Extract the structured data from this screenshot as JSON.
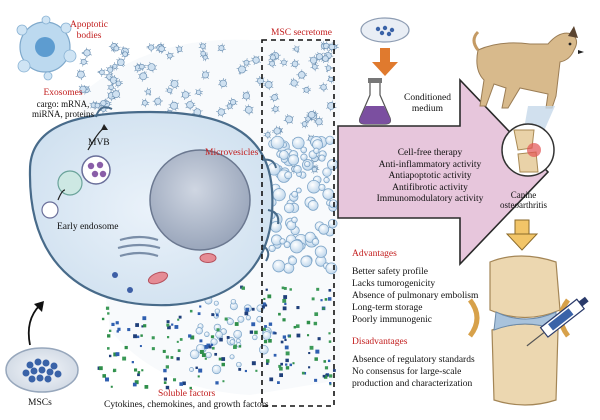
{
  "labels": {
    "apoptotic_bodies": [
      "Apoptotic",
      "bodies"
    ],
    "msc_secretome": "MSC secretome",
    "exosomes_title": "Exosomes",
    "exosomes_cargo": [
      "cargo: mRNA,",
      "miRNA, proteins"
    ],
    "mvb": "MVB",
    "early_endosome": "Early endosome",
    "microvesicles": "Microvesicles",
    "conditioned_medium": [
      "Conditioned",
      "medium"
    ],
    "mscs": "MSCs",
    "soluble_factors_title": "Soluble factors",
    "soluble_factors_desc": "Cytokines, chemokines, and growth factors",
    "canine_oa": [
      "Canine",
      "osteoarthritis"
    ]
  },
  "therapy": {
    "lines": [
      "Cell-free therapy",
      "Anti-inflammatory activity",
      "Antiapoptotic activity",
      "Antifibrotic activity",
      "Immunomodulatory activity"
    ]
  },
  "advantages": {
    "title": "Advantages",
    "items": [
      "Better safety profile",
      "Lacks tumorogenicity",
      "Absence of pulmonary embolism",
      "Long-term storage",
      "Poorly immunogenic"
    ]
  },
  "disadvantages": {
    "title": "Disadvantages",
    "items": [
      "Absence of regulatory standards",
      "No consensus for large-scale",
      "production and characterization"
    ]
  },
  "colors": {
    "accent_red": "#c21d1d",
    "arrow_fill": "#e7c6dc",
    "arrow_stroke": "#2a2a2a",
    "cell_fill": "#dbe9f5",
    "cell_stroke": "#486b8a",
    "orange_arrow": "#e07a2e",
    "purple_medium": "#7b4fa0"
  }
}
